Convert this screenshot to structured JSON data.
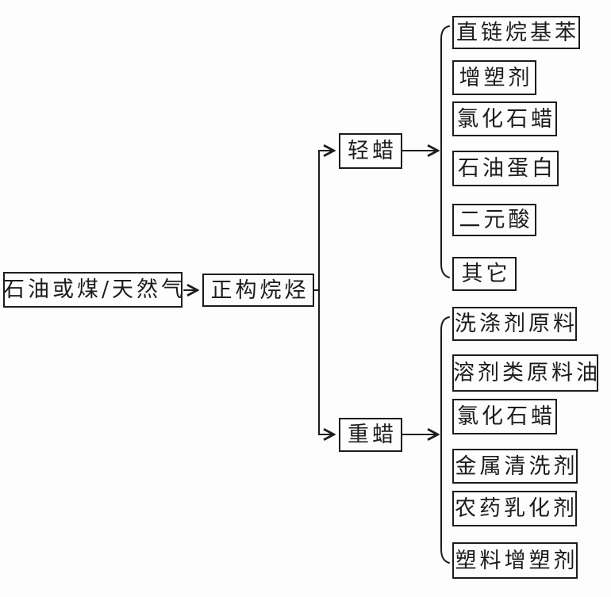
{
  "diagram": {
    "type": "flowchart",
    "direction": "left-to-right",
    "source_label": "石油或煤/天然气",
    "intermediate_label": "正构烷烃",
    "branches": [
      {
        "label": "轻蜡",
        "products": [
          "直链烷基苯",
          "增塑剂",
          "氯化石蜡",
          "石油蛋白",
          "二元酸",
          "其它"
        ]
      },
      {
        "label": "重蜡",
        "products": [
          "洗涤剂原料",
          "溶剂类原料油",
          "氯化石蜡",
          "金属清洗剂",
          "农药乳化剂",
          "塑料增塑剂"
        ]
      }
    ],
    "edges": [
      "石油或煤/天然气 → 正构烷烃",
      "正构烷烃 → 轻蜡",
      "正构烷烃 → 重蜡",
      "轻蜡 → 轻蜡产品组",
      "重蜡 → 重蜡产品组"
    ],
    "colors": {
      "background": "#fdfdfd",
      "line": "#1c1c1c",
      "box_border": "#1c1c1c",
      "text": "#1c1c1c"
    }
  }
}
